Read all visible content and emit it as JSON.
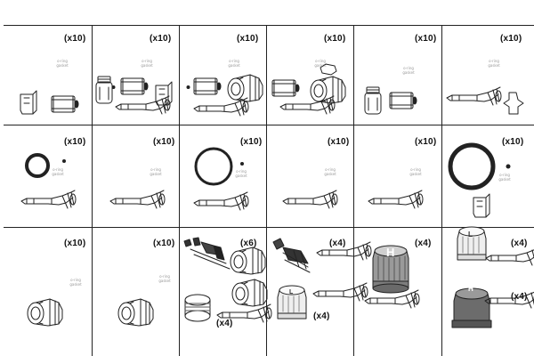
{
  "cells": [
    {
      "qty": "(x10)",
      "note": [
        "o-ring",
        "gasket"
      ]
    },
    {
      "qty": "(x10)",
      "note": [
        "o-ring",
        "gasket"
      ]
    },
    {
      "qty": "(x10)",
      "note": [
        "o-ring",
        "gasket"
      ]
    },
    {
      "qty": "(x10)",
      "note": [
        "o-ring",
        "gasket"
      ]
    },
    {
      "qty": "(x10)",
      "note": [
        "o-ring",
        "gasket"
      ]
    },
    {
      "qty": "(x10)",
      "note": [
        "o-ring",
        "gasket"
      ]
    },
    {
      "qty": "(x10)",
      "note": [
        "o-ring",
        "gasket"
      ]
    },
    {
      "qty": "(x10)",
      "note": [
        "o-ring",
        "gasket"
      ]
    },
    {
      "qty": "(x10)",
      "note": [
        "o-ring",
        "gasket"
      ]
    },
    {
      "qty": "(x10)",
      "note": [
        "o-ring",
        "gasket"
      ]
    },
    {
      "qty": "(x10)",
      "note": [
        "o-ring",
        "gasket"
      ]
    },
    {
      "qty": "(x10)",
      "note": [
        "o-ring",
        "gasket"
      ]
    },
    {
      "qty": "(x10)",
      "note": [
        "o-ring",
        "gasket"
      ]
    },
    {
      "qty": "(x10)",
      "note": [
        "o-ring",
        "gasket"
      ]
    },
    {
      "qty": "(x6)",
      "qty2": "(x4)"
    },
    {
      "qty": "(x4)",
      "qty2": "(x4)",
      "cap_letter": "L"
    },
    {
      "qty": "(x4)",
      "cap_letter": "H"
    },
    {
      "qty": "(x4)",
      "qty2": "(x4)",
      "cap_letter": "L",
      "cap_letter2": "H"
    }
  ]
}
